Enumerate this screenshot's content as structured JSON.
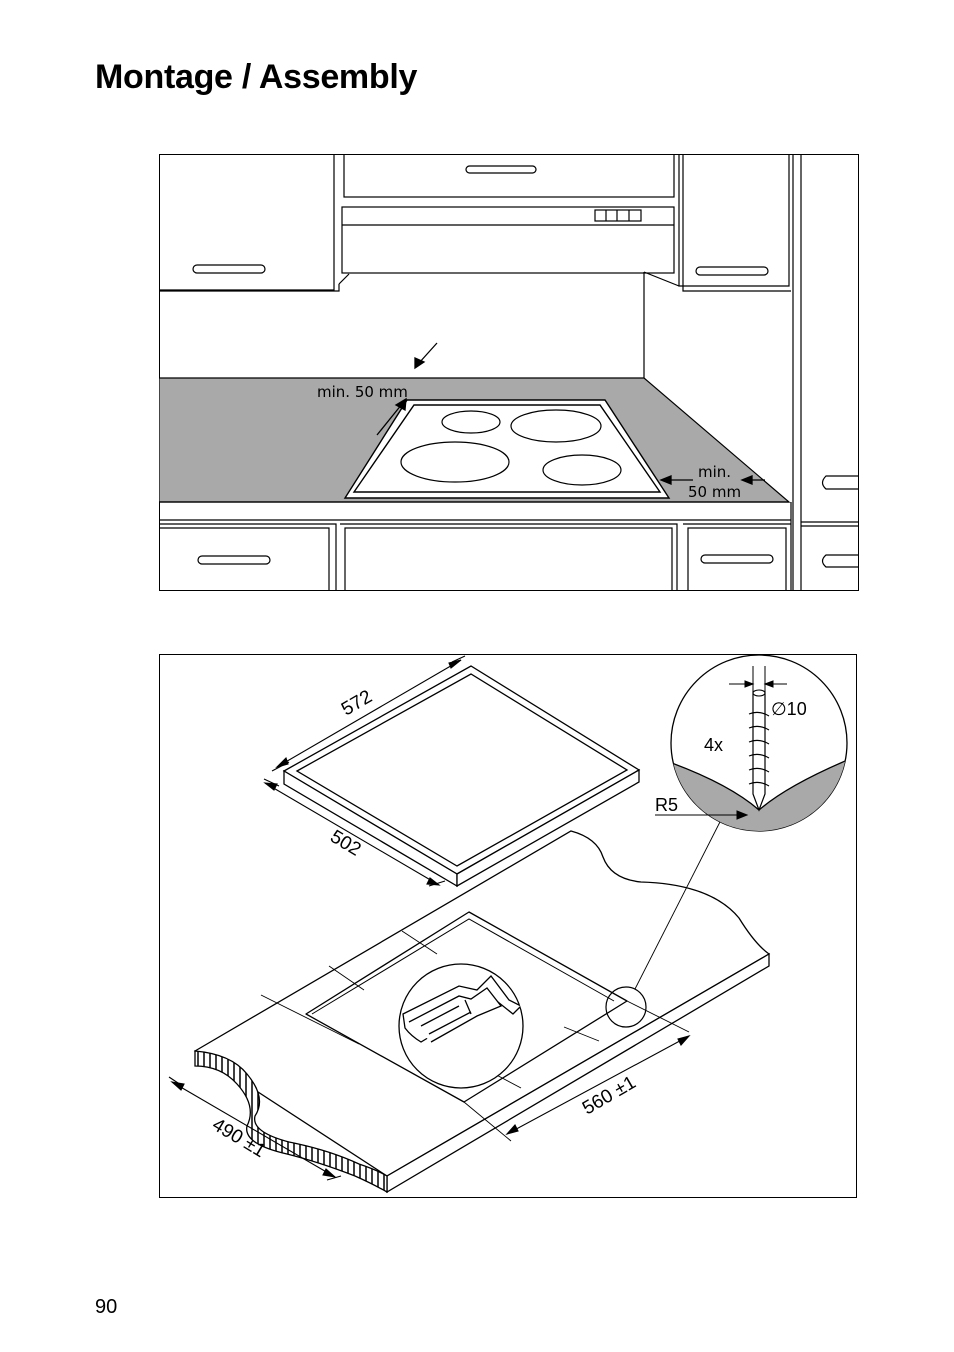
{
  "page": {
    "title": "Montage / Assembly",
    "page_number": "90"
  },
  "figure_kitchen": {
    "clearance_back": "min. 50 mm",
    "clearance_side_line1": "min.",
    "clearance_side_line2": "50 mm"
  },
  "figure_cutout": {
    "hob_width": "572",
    "hob_depth": "502",
    "cutout_width": "560 ±1",
    "cutout_depth": "490 ±1",
    "screw_count": "4x",
    "drill_diameter": "∅10",
    "corner_radius": "R5"
  },
  "colors": {
    "worktop": "#a9a9a9",
    "line": "#000000"
  }
}
